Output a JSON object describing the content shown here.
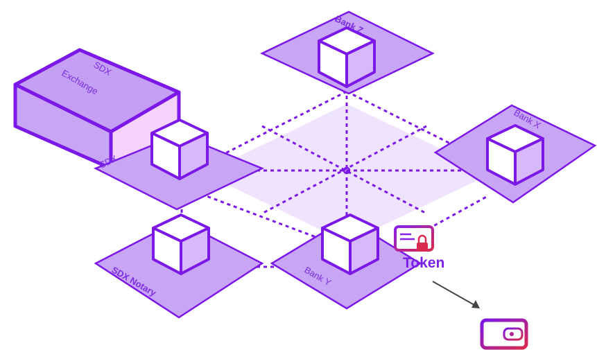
{
  "labels": {
    "exchange_line1": "SDX",
    "exchange_line2": "Exchange",
    "sdx": "SDX",
    "bank_z": "Bank Z",
    "bank_x": "Bank X",
    "bank_y": "Bank Y",
    "sdx_notary": "SDX Notary",
    "token": "Token"
  },
  "icons": [
    "token-card-lock-icon",
    "wallet-icon",
    "arrow-icon",
    "node-cube-icon"
  ],
  "colors": {
    "stroke": "#7b18e8",
    "platform_fill": "#c9a6f5",
    "network_fill": "#efe3fd",
    "cube_side": "#d7b8fb",
    "exchange_front": "#f6d3fb",
    "label": "#7a2ee0",
    "accent_red": "#d8294f"
  }
}
